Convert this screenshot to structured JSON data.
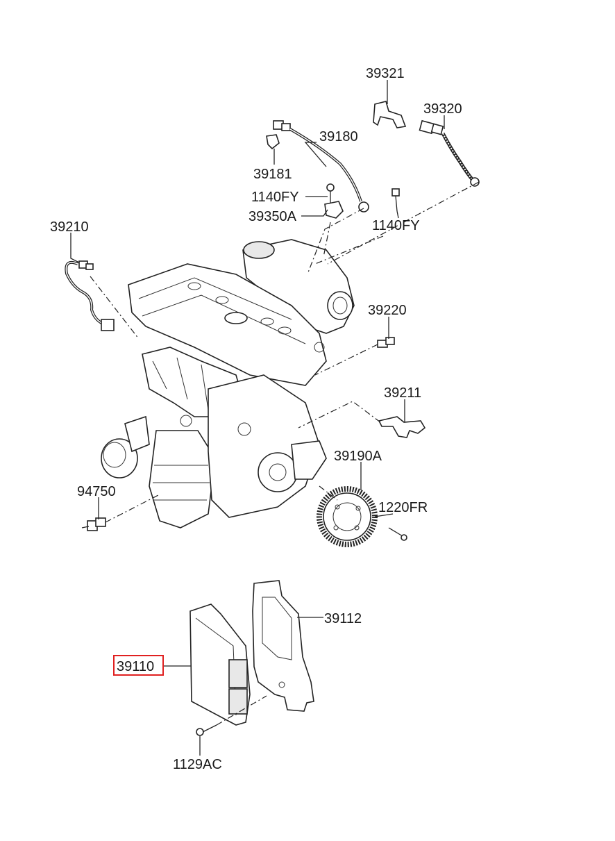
{
  "parts": [
    {
      "id": "p39321",
      "number": "39321"
    },
    {
      "id": "p39320",
      "number": "39320"
    },
    {
      "id": "p39180",
      "number": "39180"
    },
    {
      "id": "p39181",
      "number": "39181"
    },
    {
      "id": "p1140fy_a",
      "number": "1140FY"
    },
    {
      "id": "p39350a",
      "number": "39350A"
    },
    {
      "id": "p1140fy_b",
      "number": "1140FY"
    },
    {
      "id": "p39210",
      "number": "39210"
    },
    {
      "id": "p39220",
      "number": "39220"
    },
    {
      "id": "p39211",
      "number": "39211"
    },
    {
      "id": "p39190a",
      "number": "39190A"
    },
    {
      "id": "p94750",
      "number": "94750"
    },
    {
      "id": "p1220fr",
      "number": "1220FR"
    },
    {
      "id": "p39112",
      "number": "39112"
    },
    {
      "id": "p39110",
      "number": "39110",
      "highlighted": true
    },
    {
      "id": "p1129ac",
      "number": "1129AC"
    }
  ],
  "highlight_color": "#e02020"
}
